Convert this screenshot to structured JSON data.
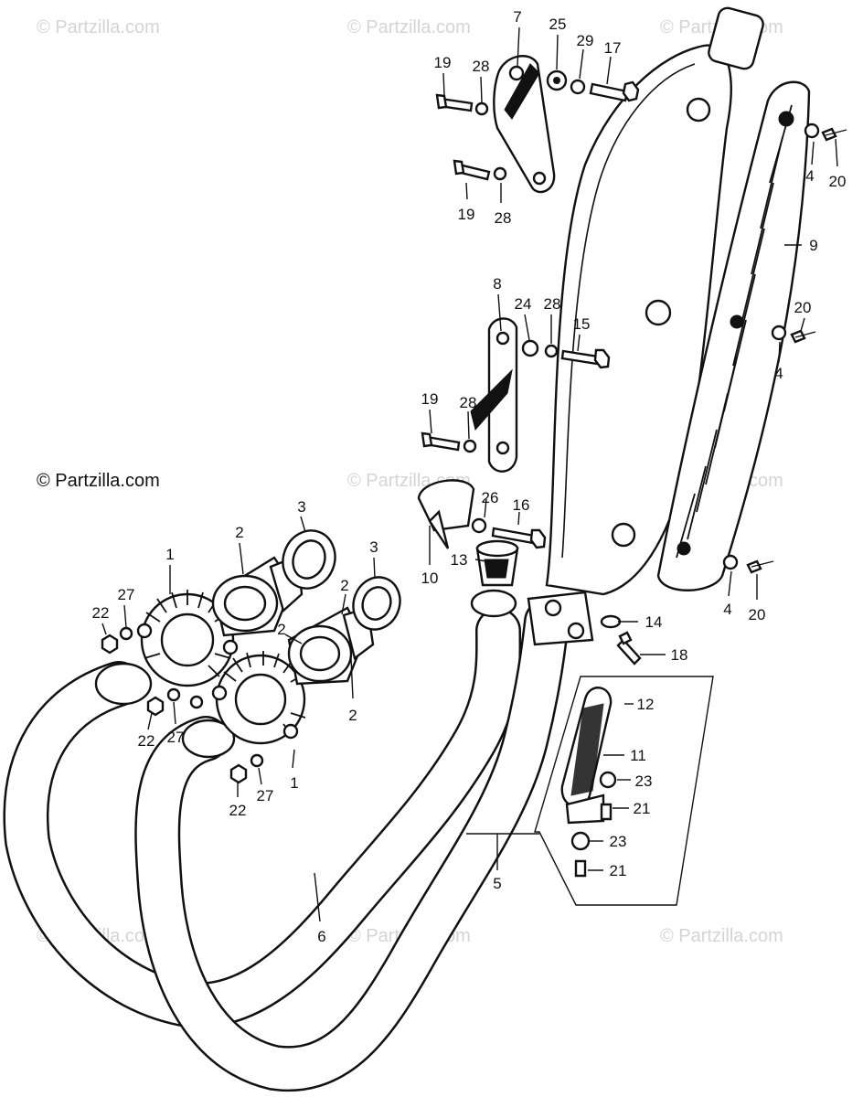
{
  "watermark": "© Partzilla.com",
  "credit": "© Partzilla.com",
  "callouts": {
    "c1a": "1",
    "c1b": "1",
    "c2a": "2",
    "c2b": "2",
    "c2c": "2",
    "c2d": "2",
    "c3a": "3",
    "c3b": "3",
    "c4a": "4",
    "c4b": "4",
    "c4c": "4",
    "c5": "5",
    "c6": "6",
    "c7": "7",
    "c8": "8",
    "c9": "9",
    "c10": "10",
    "c11": "11",
    "c12": "12",
    "c13": "13",
    "c14": "14",
    "c15": "15",
    "c16": "16",
    "c17": "17",
    "c18": "18",
    "c19a": "19",
    "c19b": "19",
    "c19c": "19",
    "c20a": "20",
    "c20b": "20",
    "c20c": "20",
    "c21a": "21",
    "c21b": "21",
    "c22a": "22",
    "c22b": "22",
    "c22c": "22",
    "c23a": "23",
    "c23b": "23",
    "c24": "24",
    "c25": "25",
    "c26": "26",
    "c27a": "27",
    "c27b": "27",
    "c27c": "27",
    "c28a": "28",
    "c28b": "28",
    "c28c": "28",
    "c28d": "28",
    "c29": "29"
  }
}
